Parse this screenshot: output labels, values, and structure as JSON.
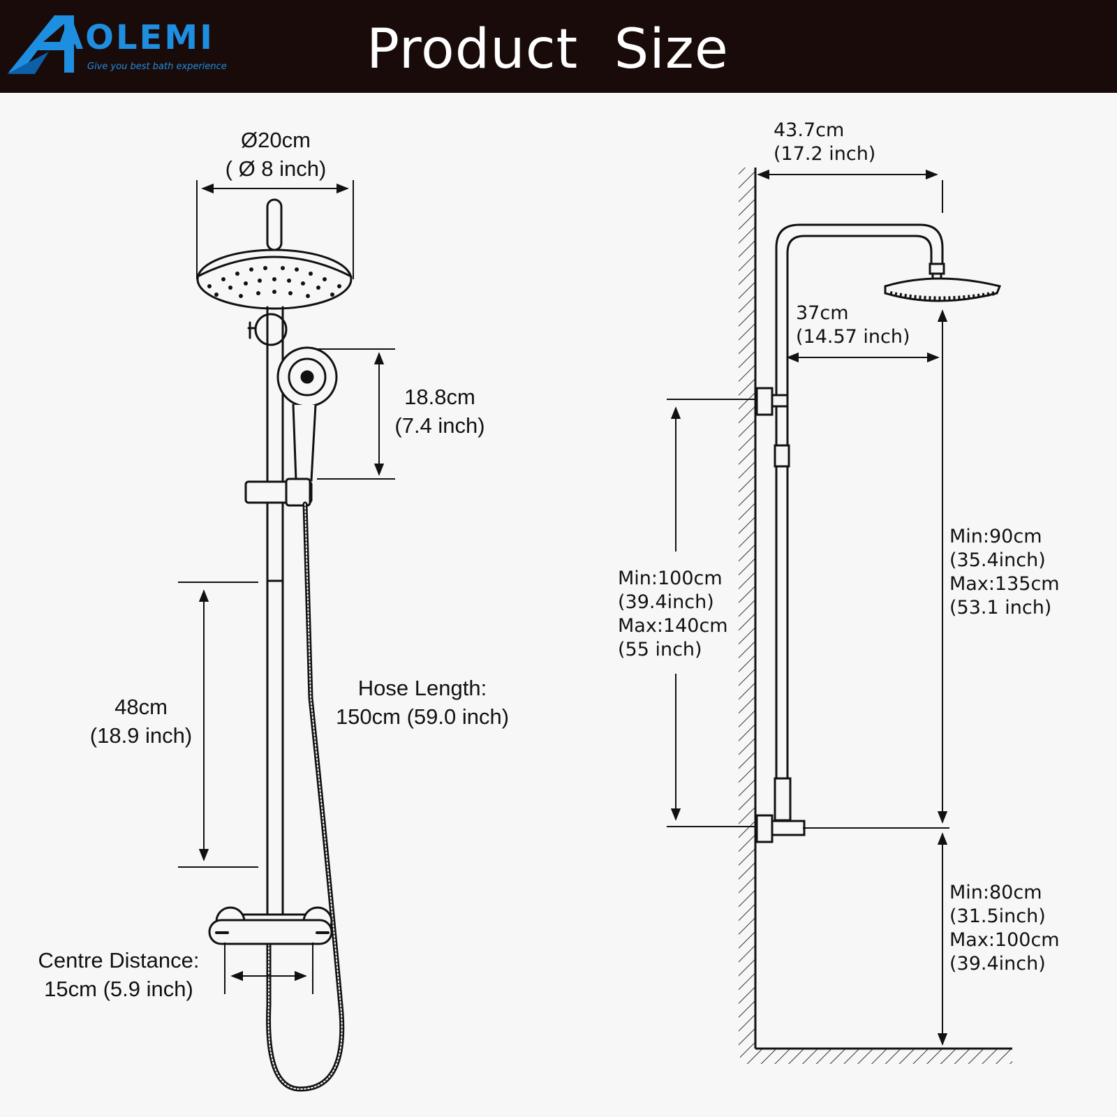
{
  "brand": {
    "name": "AOLEMI",
    "tagline": "Give you best bath experience",
    "accent_color": "#1e8fe0"
  },
  "header": {
    "title": "Product  Size",
    "background": "#1a0b0b"
  },
  "front_view": {
    "head_diameter": [
      "Ø20cm",
      "( Ø 8 inch)"
    ],
    "hand_shower_length": [
      "18.8cm",
      "(7.4 inch)"
    ],
    "bar_adjust": [
      "48cm",
      "(18.9 inch)"
    ],
    "hose_length": [
      "Hose Length:",
      "150cm (59.0 inch)"
    ],
    "centre_distance": [
      "Centre Distance:",
      "15cm (5.9 inch)"
    ]
  },
  "side_view": {
    "arm_projection": [
      "43.7cm",
      "(17.2 inch)"
    ],
    "arm_to_pipe": [
      "37cm",
      "(14.57 inch)"
    ],
    "bracket_height": [
      "Min:100cm",
      "(39.4inch)",
      "Max:140cm",
      "(55 inch)"
    ],
    "head_height": [
      "Min:90cm",
      "(35.4inch)",
      "Max:135cm",
      "(53.1 inch)"
    ],
    "valve_height": [
      "Min:80cm",
      "(31.5inch)",
      "Max:100cm",
      "(39.4inch)"
    ]
  }
}
